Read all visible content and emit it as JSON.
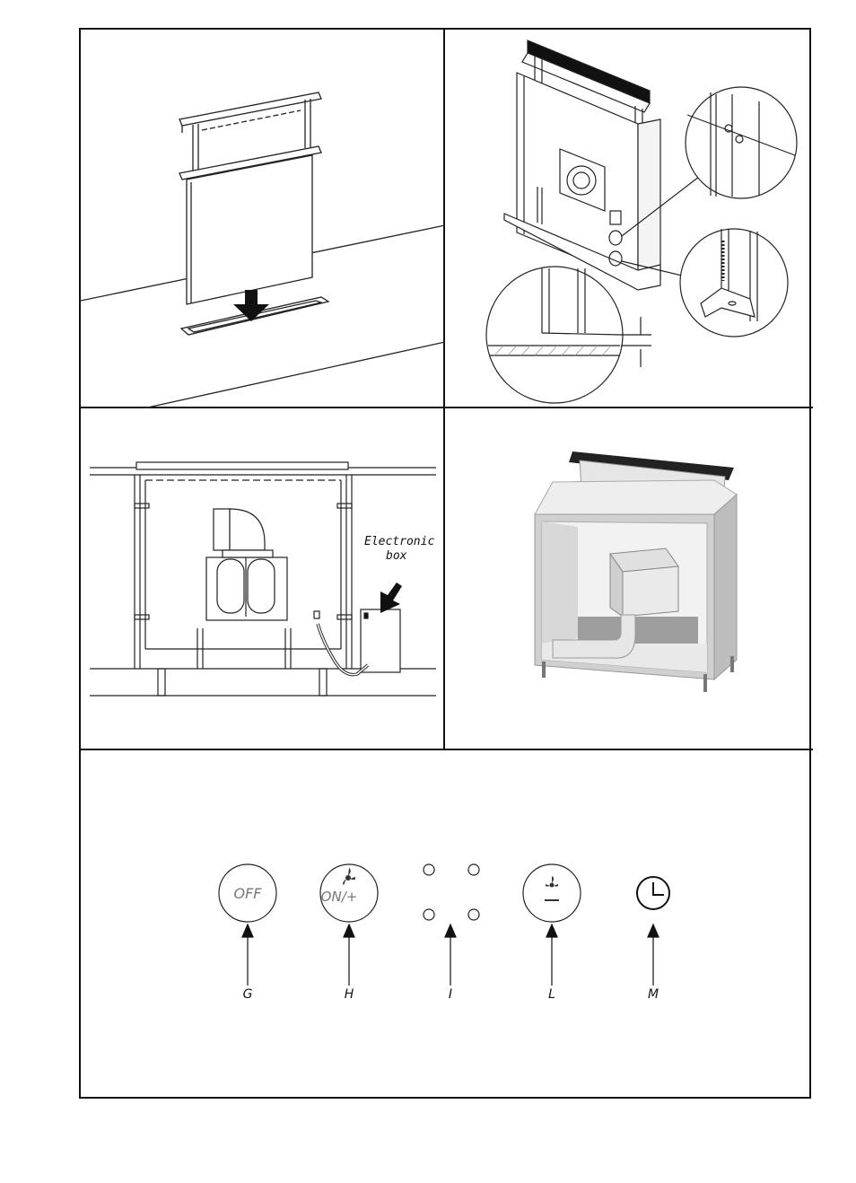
{
  "panel3": {
    "callout_line1": "Electronic",
    "callout_line2": "box"
  },
  "control_panel": {
    "buttons": [
      {
        "key": "G",
        "label": "OFF",
        "icon": "off-text"
      },
      {
        "key": "H",
        "label": "ON/+",
        "icon": "fan-icon"
      },
      {
        "key": "I",
        "label": "",
        "icon": "indicator-leds"
      },
      {
        "key": "L",
        "label": "",
        "icon": "fan-minus-icon"
      },
      {
        "key": "M",
        "label": "",
        "icon": "clock-icon"
      }
    ]
  }
}
